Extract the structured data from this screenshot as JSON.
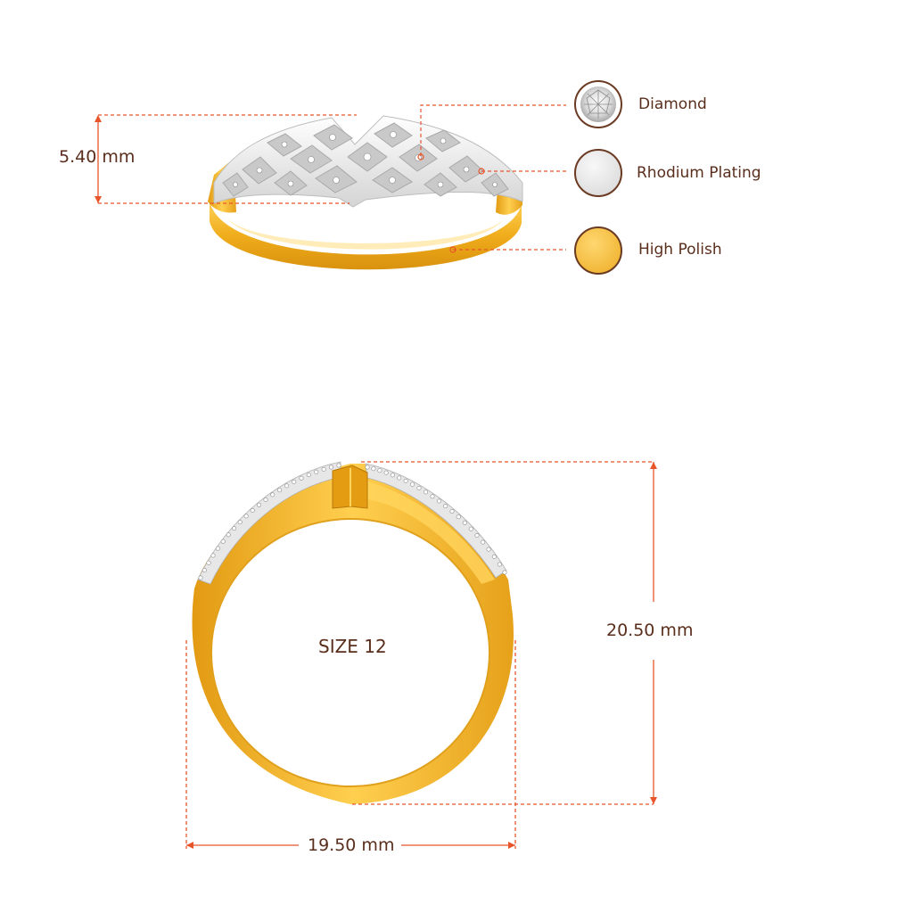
{
  "dimensions": {
    "top_height": "5.40 mm",
    "ring_height": "20.50 mm",
    "ring_width": "19.50 mm"
  },
  "size_label": "SIZE 12",
  "legend": [
    {
      "label": "Diamond",
      "swatch_color": "#f2f2f2",
      "icon": "diamond-gem-icon"
    },
    {
      "label": "Rhodium Plating",
      "swatch_color": "#e6e6e6",
      "icon": "rhodium-swatch-icon"
    },
    {
      "label": "High Polish",
      "swatch_color": "#f5c24a",
      "icon": "gold-swatch-icon"
    }
  ],
  "colors": {
    "dimension_line": "#e8552a",
    "label_text": "#5a2e1c",
    "gold": "#f3b422",
    "gold_dark": "#d99310",
    "gold_light": "#ffd45c",
    "white_metal": "#eeeeee",
    "swatch_border": "#6b3a22"
  }
}
